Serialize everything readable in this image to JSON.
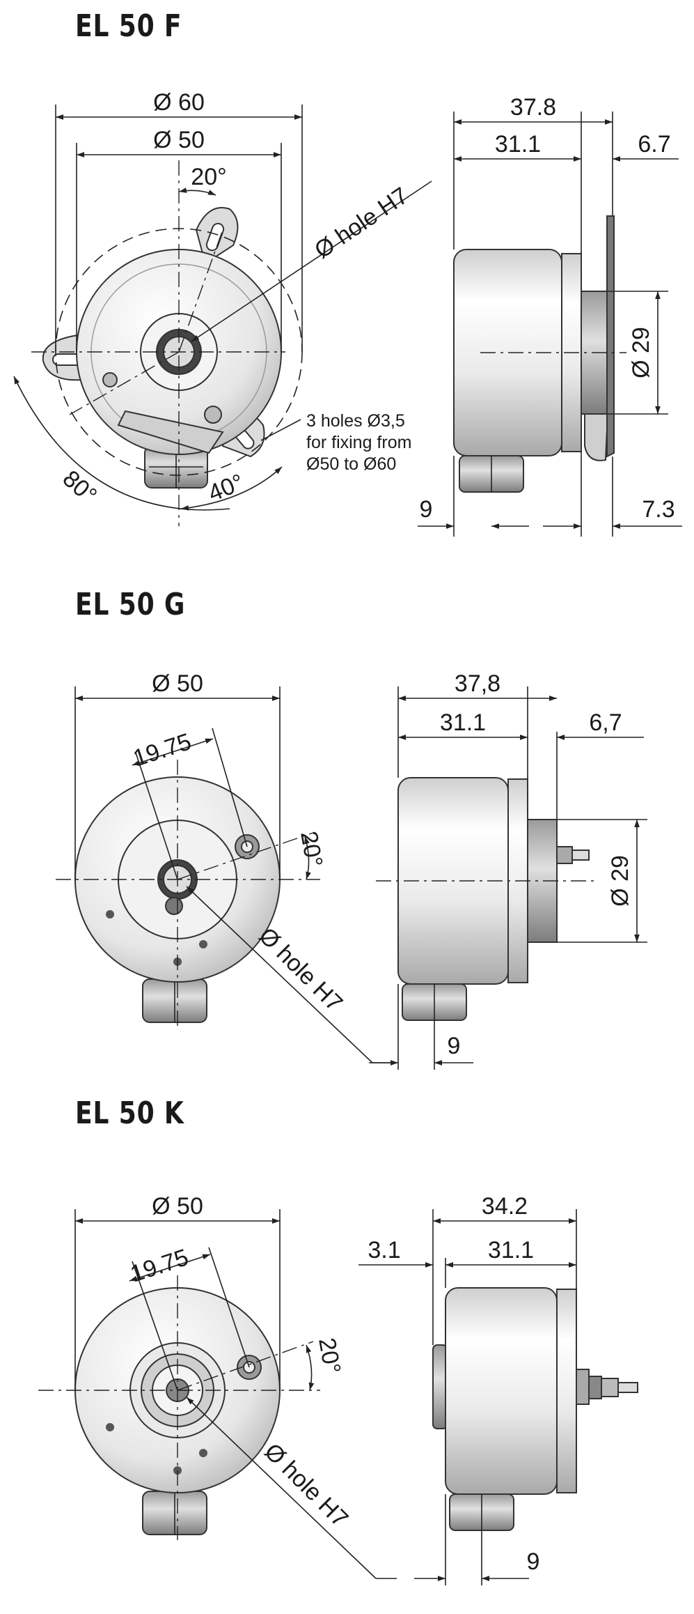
{
  "sections": [
    {
      "title": "EL 50 F",
      "front": {
        "dia_outer": "Ø 60",
        "dia_inner": "Ø 50",
        "angle_top": "20°",
        "hole": "Ø hole H7",
        "angle_left": "80°",
        "angle_bottom": "40°",
        "note_line1": "3 holes Ø3,5",
        "note_line2": "for fixing from",
        "note_line3": "Ø50 to Ø60"
      },
      "side": {
        "length_total": "37.8",
        "length_body": "31.1",
        "flange": "6.7",
        "shaft_dia": "Ø 29",
        "left": "9",
        "right": "7.3"
      }
    },
    {
      "title": "EL 50 G",
      "front": {
        "dia": "Ø 50",
        "offset": "19.75",
        "angle": "20°",
        "hole": "Ø hole   H7"
      },
      "side": {
        "length_total": "37,8",
        "length_body": "31.1",
        "flange": "6,7",
        "shaft_dia": "Ø 29",
        "bottom": "9"
      }
    },
    {
      "title": "EL 50 K",
      "front": {
        "dia": "Ø 50",
        "offset": "19.75",
        "angle": "20°",
        "hole": "Ø hole   H7"
      },
      "side": {
        "length_total": "34.2",
        "length_body": "31.1",
        "left": "3.1",
        "bottom": "9"
      }
    }
  ]
}
